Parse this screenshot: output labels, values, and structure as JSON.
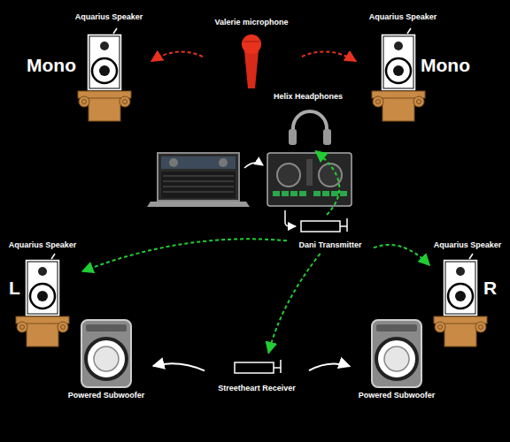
{
  "diagram": {
    "nodes": [
      {
        "text": [
          "Aquarius Speaker",
          "Mono"
        ]
      },
      {
        "text": [
          "Valerie microphone"
        ]
      },
      {
        "text": [
          "Aquarius Speaker",
          "Mono"
        ]
      },
      {
        "text": [
          "Helix Headphones"
        ]
      },
      {
        "text": [
          "Dani Transmitter"
        ]
      },
      {
        "text": [
          "Aquarius Speaker",
          "L"
        ]
      },
      {
        "text": [
          "Aquarius Speaker",
          "R"
        ]
      },
      {
        "text": [
          "Powered Subwoofer"
        ]
      },
      {
        "text": [
          "Streetheart Receiver"
        ]
      },
      {
        "text": [
          "Powered Subwoofer"
        ]
      }
    ],
    "edges": [
      {
        "from": 1,
        "to": 0,
        "arrow": "to"
      },
      {
        "from": 1,
        "to": 2,
        "arrow": "to"
      },
      {
        "from": 4,
        "to": 3,
        "arrow": "to"
      },
      {
        "from": 4,
        "to": 5,
        "arrow": "to"
      },
      {
        "from": 4,
        "to": 6,
        "arrow": "to"
      },
      {
        "from": 4,
        "to": 8,
        "arrow": "to"
      },
      {
        "from": 8,
        "to": 7,
        "arrow": "to"
      },
      {
        "from": 8,
        "to": 9,
        "arrow": "to"
      }
    ]
  }
}
